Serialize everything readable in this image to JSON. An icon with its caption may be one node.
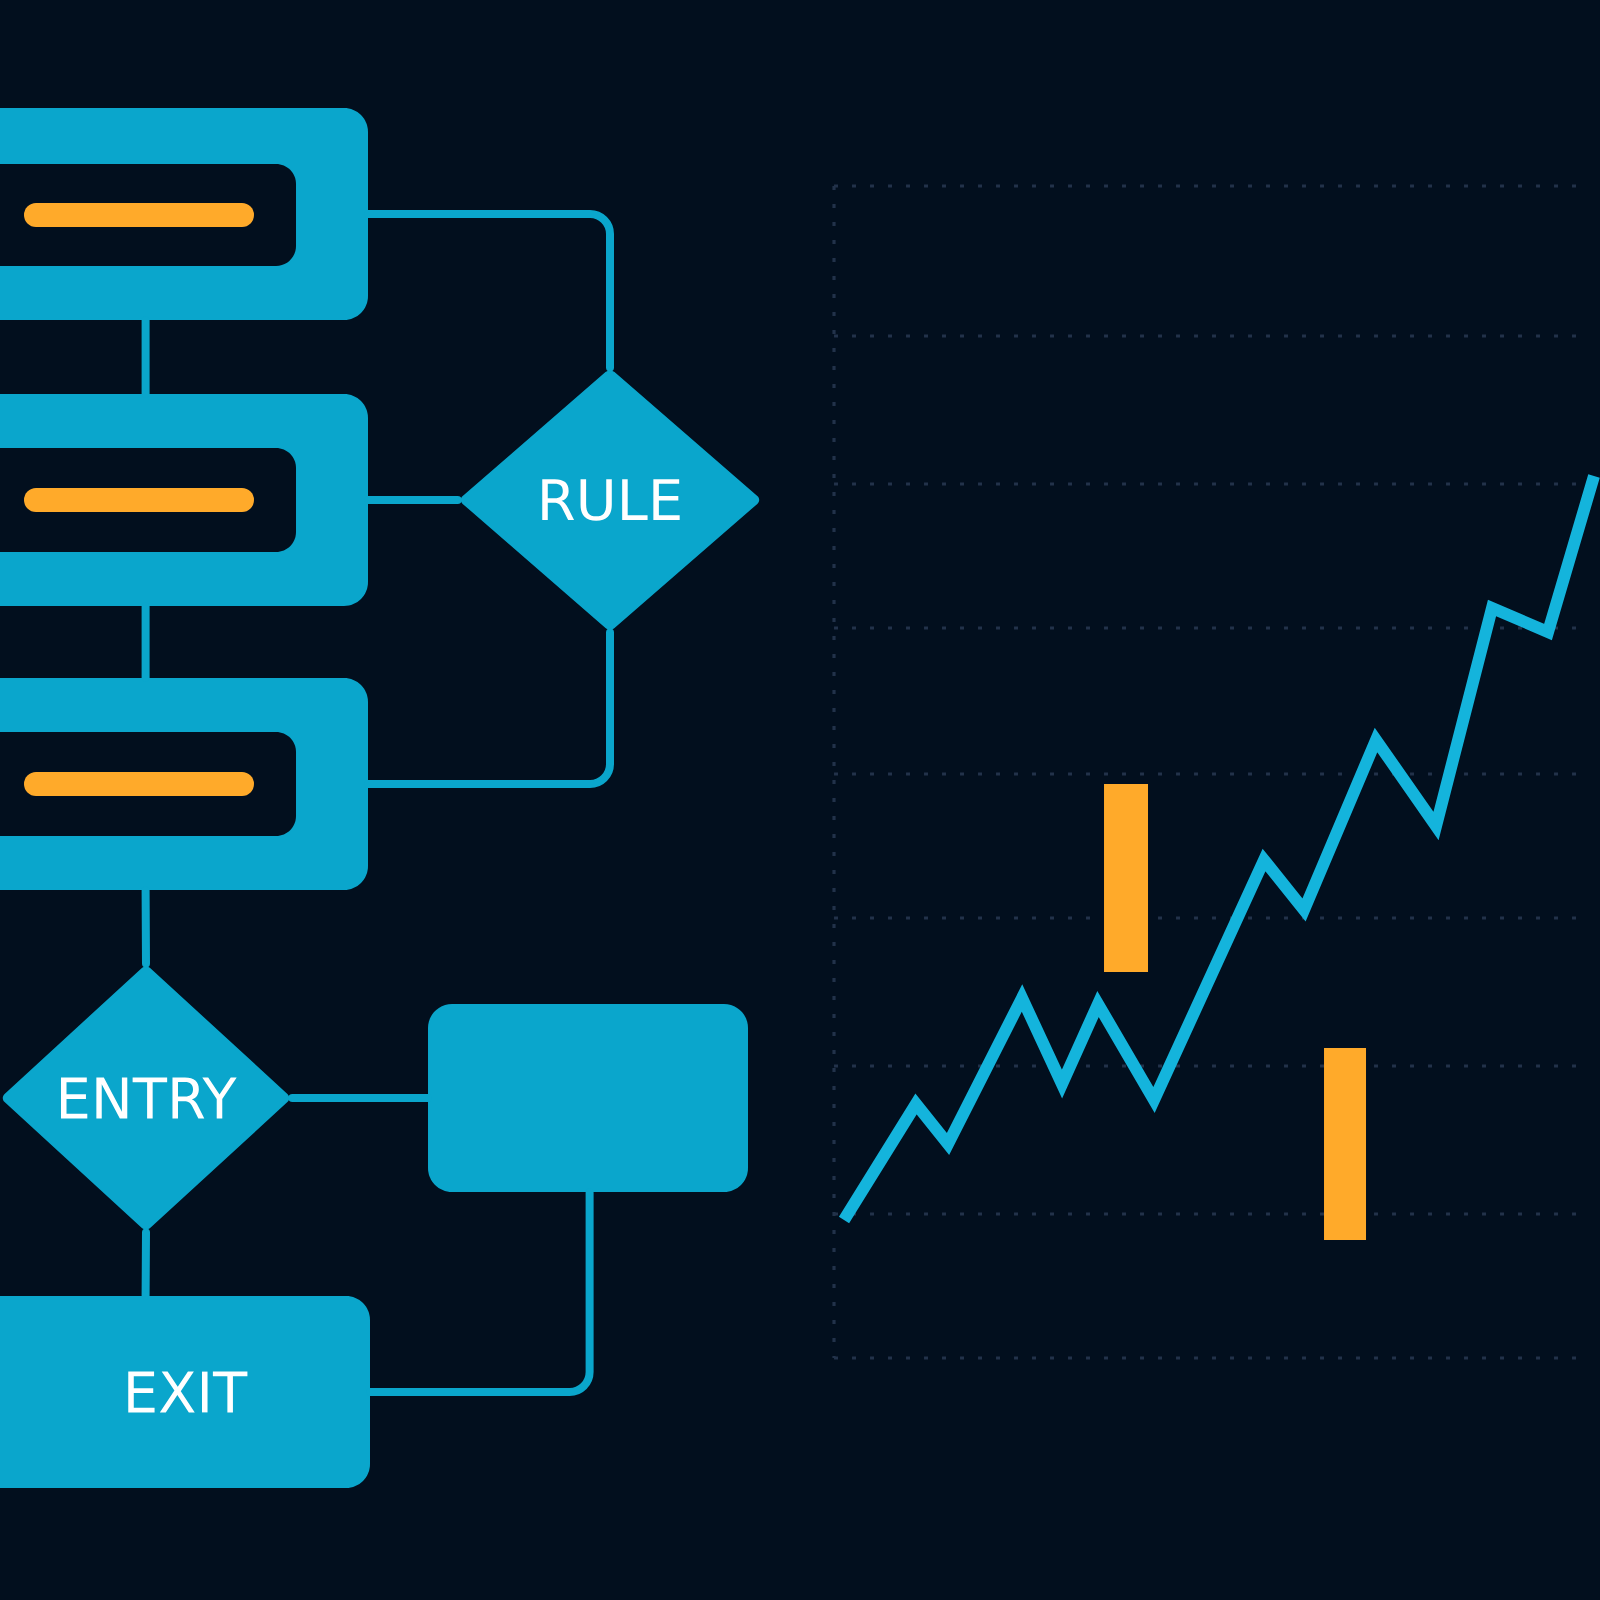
{
  "diagram": {
    "nodes": [
      {
        "text": [],
        "shape": "box"
      },
      {
        "text": [],
        "shape": "box"
      },
      {
        "text": [],
        "shape": "box"
      },
      {
        "text": [
          "RULE"
        ]
      },
      {
        "text": [
          "ENTRY"
        ]
      },
      {
        "text": [],
        "shape": "box"
      },
      {
        "text": [
          "EXIT"
        ]
      }
    ],
    "edges": [
      {
        "from": 0,
        "to": 1,
        "arrow": "none"
      },
      {
        "from": 1,
        "to": 2,
        "arrow": "none"
      },
      {
        "from": 0,
        "to": 3,
        "arrow": "none"
      },
      {
        "from": 1,
        "to": 3,
        "arrow": "none"
      },
      {
        "from": 2,
        "to": 3,
        "arrow": "none"
      },
      {
        "from": 2,
        "to": 4,
        "arrow": "none"
      },
      {
        "from": 4,
        "to": 5,
        "arrow": "none"
      },
      {
        "from": 4,
        "to": 6,
        "arrow": "none"
      },
      {
        "from": 5,
        "to": 6,
        "arrow": "none"
      }
    ]
  }
}
